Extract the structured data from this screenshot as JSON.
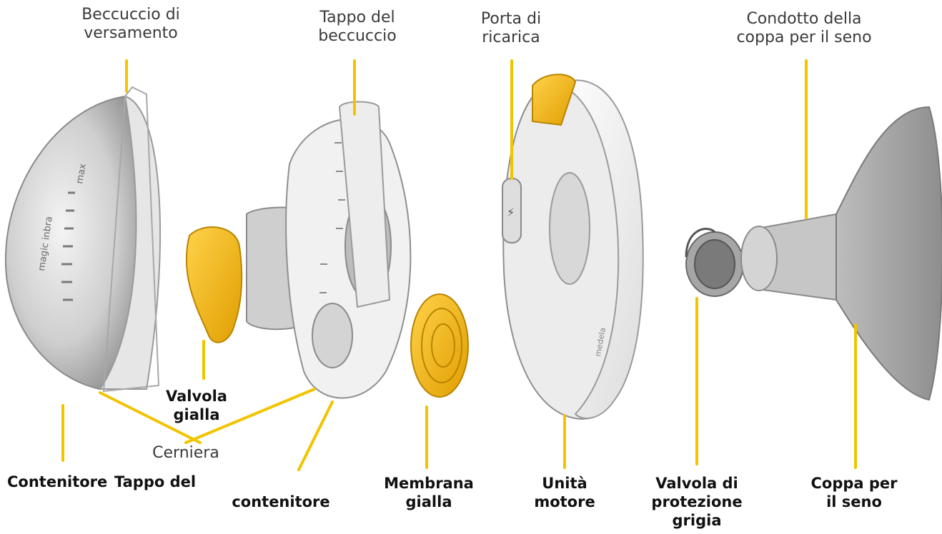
{
  "colors": {
    "leader": "#f2c400",
    "yellow_part": "#f0b400",
    "grey_part": "#c9c9c9",
    "text": "#3a3a3a",
    "text_bold": "#111111"
  },
  "labels": {
    "spout": [
      "Beccuccio di",
      "versamento"
    ],
    "spout_cap": [
      "Tappo del",
      "beccuccio"
    ],
    "charging_port": [
      "Porta di",
      "ricarica"
    ],
    "breast_cup_duct": [
      "Condotto della",
      "coppa per il seno"
    ],
    "yellow_valve": [
      "Valvola",
      "gialla"
    ],
    "hinge": "Cerniera",
    "container": "Contenitore",
    "container_cap": [
      "Tappo del",
      "contenitore"
    ],
    "yellow_membrane": [
      "Membrana",
      "gialla"
    ],
    "motor_unit": [
      "Unità",
      "motore"
    ],
    "grey_valve": [
      "Valvola di",
      "protezione",
      "grigia"
    ],
    "breast_cup": [
      "Coppa per",
      "il seno"
    ]
  },
  "product_markings": {
    "brand": "magic inbra",
    "max_mark": "max",
    "motor_brand": "medela"
  }
}
